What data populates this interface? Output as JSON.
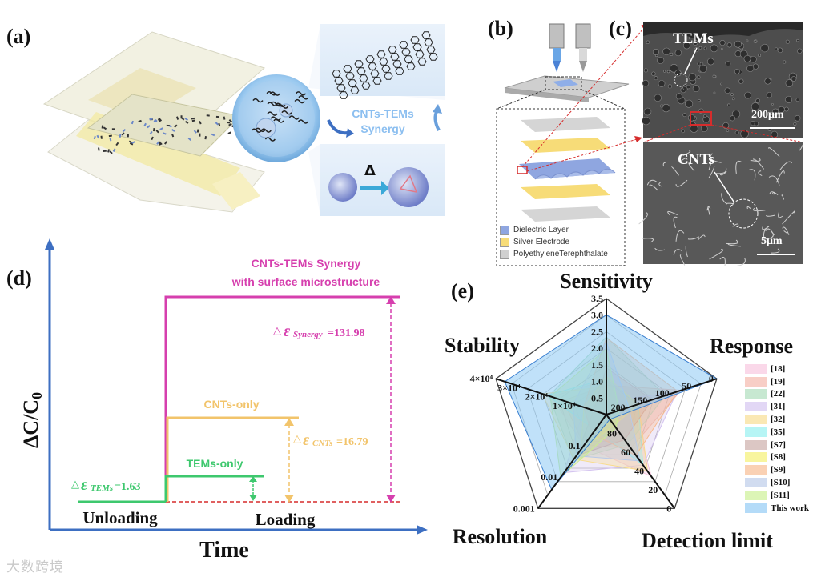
{
  "panels": {
    "a": "(a)",
    "b": "(b)",
    "c": "(c)",
    "d": "(d)",
    "e": "(e)"
  },
  "panel_a": {
    "synergy_line1": "CNTs-TEMs",
    "synergy_line2": "Synergy",
    "delta_symbol": "Δ"
  },
  "panel_b": {
    "legend": [
      {
        "label": "Dielectric Layer",
        "color": "#8fa6e0"
      },
      {
        "label": "Silver Electrode",
        "color": "#f7dc78"
      },
      {
        "label": "PolyethyleneTerephthalate",
        "color": "#d0d0d0"
      }
    ]
  },
  "panel_c": {
    "top_label": "TEMs",
    "top_scale": "200μm",
    "bottom_label": "CNTs",
    "bottom_scale": "5μm"
  },
  "chart_data": [
    {
      "type": "line",
      "xlabel": "Time",
      "ylabel": "ΔC/C0",
      "x_categories": [
        "Unloading",
        "Loading"
      ],
      "series": [
        {
          "name": "CNTs-TEMs Synergy with surface microstructure",
          "color": "#d63fae",
          "delta_label": "ε Synergy=131.98",
          "delta": 131.98
        },
        {
          "name": "CNTs-only",
          "color": "#f2c46b",
          "delta_label": "ε CNTs=16.79",
          "delta": 16.79
        },
        {
          "name": "TEMs-only",
          "color": "#3ec86e",
          "delta_label": "ε TEMs=1.63",
          "delta": 1.63
        }
      ],
      "synergy_title_line1": "CNTs-TEMs Synergy",
      "synergy_title_line2": "with surface microstructure",
      "cnts_only": "CNTs-only",
      "tems_only": "TEMs-only",
      "unloading": "Unloading",
      "loading": "Loading",
      "time": "Time",
      "delta_C": "ΔC/C",
      "delta_C_sub": "0",
      "synergy_eq_sub": "Synergy",
      "synergy_eq_val": "=131.98",
      "cnts_eq_sub": "CNTs",
      "cnts_eq_val": "=16.79",
      "tems_eq_sub": "TEMs",
      "tems_eq_val": "=1.63"
    },
    {
      "type": "radar",
      "axes": [
        {
          "name": "Sensitivity",
          "ticks": [
            "0.5",
            "1.0",
            "1.5",
            "2.0",
            "2.5",
            "3.0",
            "3.5"
          ]
        },
        {
          "name": "Response",
          "ticks": [
            "200",
            "150",
            "100",
            "50",
            "0"
          ]
        },
        {
          "name": "Detection limit",
          "ticks": [
            "80",
            "60",
            "40",
            "20",
            "0"
          ]
        },
        {
          "name": "Resolution",
          "ticks": [
            "0.1",
            "0.01",
            "0.001"
          ]
        },
        {
          "name": "Stability",
          "ticks": [
            "1×10⁴",
            "2×10⁴",
            "3×10⁴",
            "4×10⁴"
          ]
        }
      ],
      "legend": [
        {
          "name": "[18]",
          "color": "#f7c3dd"
        },
        {
          "name": "[19]",
          "color": "#f5b3a8"
        },
        {
          "name": "[22]",
          "color": "#a9dbb8"
        },
        {
          "name": "[31]",
          "color": "#d3c2ef"
        },
        {
          "name": "[32]",
          "color": "#f8dc8c"
        },
        {
          "name": "[35]",
          "color": "#8ff0f0"
        },
        {
          "name": "[S7]",
          "color": "#c9a9a4"
        },
        {
          "name": "[S8]",
          "color": "#f4ef6a"
        },
        {
          "name": "[S9]",
          "color": "#f8b98c"
        },
        {
          "name": "[S10]",
          "color": "#b8c9e8"
        },
        {
          "name": "[S11]",
          "color": "#c9ef8f"
        },
        {
          "name": "This work",
          "color": "#8cc8f4"
        }
      ],
      "this_work": [
        0.86,
        1.0,
        0.05,
        0.8,
        0.92
      ]
    }
  ],
  "watermark": "大数跨境"
}
